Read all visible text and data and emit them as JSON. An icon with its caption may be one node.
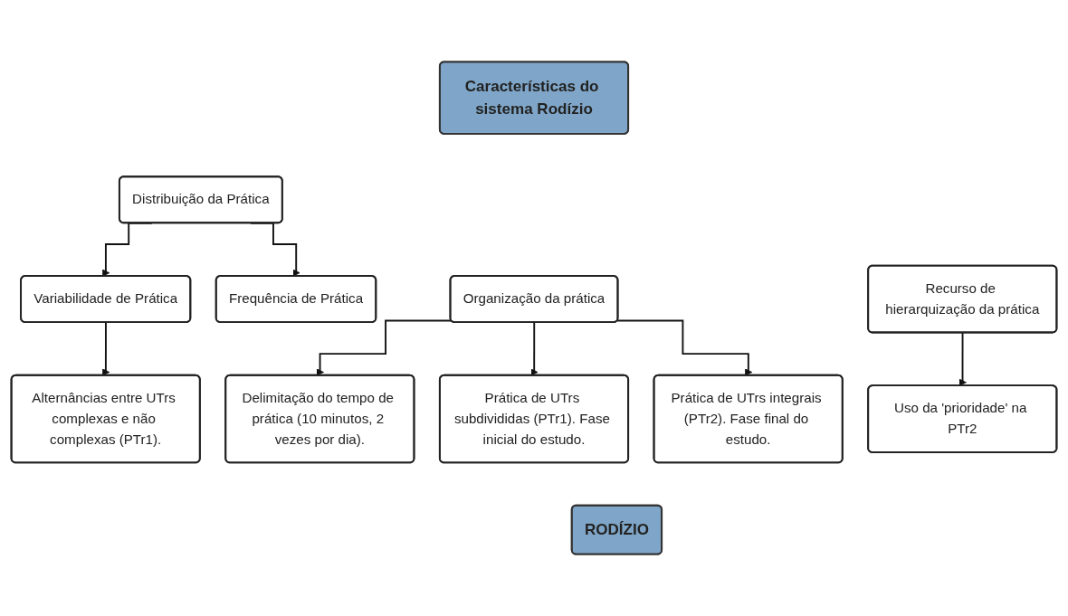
{
  "diagram": {
    "nodes": [
      {
        "text": [
          "Características do sistema Rodízio"
        ]
      },
      {
        "text": [
          "Distribuição da Prática"
        ]
      },
      {
        "text": [
          "Variabilidade de Prática"
        ]
      },
      {
        "text": [
          "Frequência de Prática"
        ]
      },
      {
        "text": [
          "Organização da prática"
        ]
      },
      {
        "text": [
          "Recurso de hierarquização da prática"
        ]
      },
      {
        "text": [
          "Alternâncias entre UTrs complexas e não complexas (PTr1)."
        ]
      },
      {
        "text": [
          "Delimitação do tempo de prática (10 minutos, 2 vezes por dia)."
        ]
      },
      {
        "text": [
          "Prática de UTrs subdivididas (PTr1). Fase inicial do estudo."
        ]
      },
      {
        "text": [
          "Prática de UTrs integrais (PTr2). Fase final do estudo."
        ]
      },
      {
        "text": [
          "Uso da 'prioridade' na PTr2"
        ]
      },
      {
        "text": [
          "RODÍZIO"
        ]
      }
    ],
    "edges": [
      {
        "from": 1,
        "to": 2,
        "arrow": "to"
      },
      {
        "from": 1,
        "to": 3,
        "arrow": "to"
      },
      {
        "from": 2,
        "to": 6,
        "arrow": "to"
      },
      {
        "from": 4,
        "to": 7,
        "arrow": "to"
      },
      {
        "from": 4,
        "to": 8,
        "arrow": "to"
      },
      {
        "from": 4,
        "to": 9,
        "arrow": "to"
      },
      {
        "from": 5,
        "to": 10,
        "arrow": "to"
      }
    ]
  }
}
